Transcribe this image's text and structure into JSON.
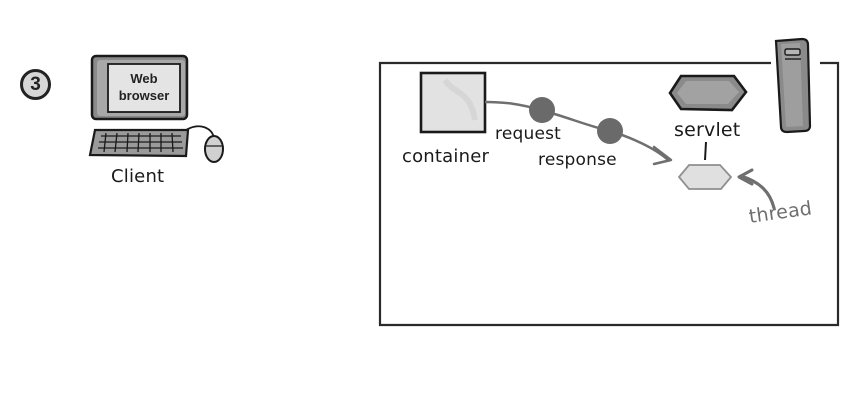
{
  "step": {
    "number": "3"
  },
  "client": {
    "screen_line1": "Web",
    "screen_line2": "browser",
    "label": "Client"
  },
  "server": {
    "container_label": "container",
    "request_label": "request",
    "response_label": "response",
    "servlet_label": "servlet",
    "thread_label": "thread"
  },
  "colors": {
    "outline": "#1a1a1a",
    "object_fill": "#6a6a6a",
    "thread_text": "#6e6e6e",
    "container_fill": "#e2e2e2"
  }
}
